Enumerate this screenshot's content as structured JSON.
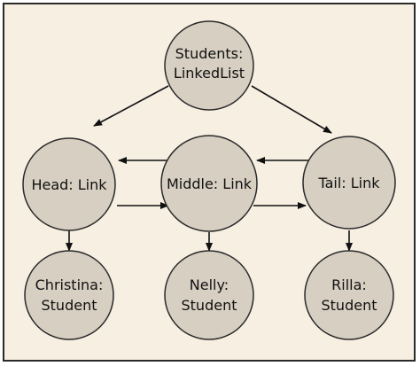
{
  "diagram": {
    "colors": {
      "background": "#f6efe2",
      "node_fill": "#d6cfc2",
      "node_stroke": "#2a2a2a",
      "edge": "#111111",
      "text": "#111111"
    },
    "nodes": {
      "students": {
        "line1": "Students:",
        "line2": "LinkedList"
      },
      "head": {
        "line1": "Head: Link"
      },
      "middle": {
        "line1": "Middle: Link"
      },
      "tail": {
        "line1": "Tail: Link"
      },
      "christina": {
        "line1": "Christina:",
        "line2": "Student"
      },
      "nelly": {
        "line1": "Nelly:",
        "line2": "Student"
      },
      "rilla": {
        "line1": "Rilla:",
        "line2": "Student"
      }
    },
    "edges": [
      {
        "from": "students",
        "to": "head"
      },
      {
        "from": "students",
        "to": "tail"
      },
      {
        "from": "head",
        "to": "middle"
      },
      {
        "from": "middle",
        "to": "head"
      },
      {
        "from": "middle",
        "to": "tail"
      },
      {
        "from": "tail",
        "to": "middle"
      },
      {
        "from": "head",
        "to": "christina"
      },
      {
        "from": "middle",
        "to": "nelly"
      },
      {
        "from": "tail",
        "to": "rilla"
      }
    ]
  }
}
